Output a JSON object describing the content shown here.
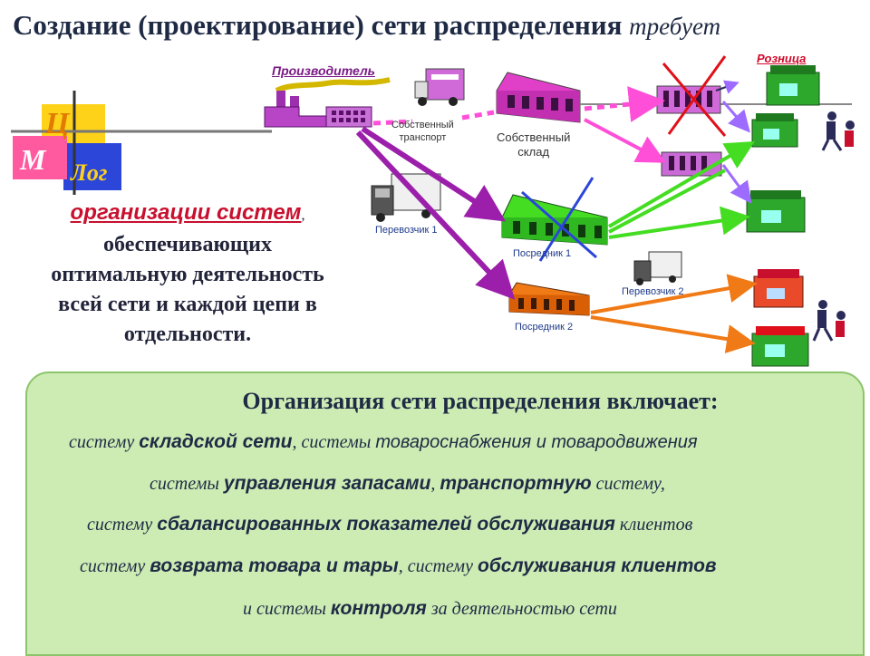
{
  "title": {
    "main": "Создание (проектирование) сети распределения",
    "tail": "требует"
  },
  "logo": {
    "c": "Ц",
    "m": "М",
    "log": "Лог"
  },
  "diagram": {
    "producer": "Производитель",
    "retail": "Розница",
    "own_transport": [
      "Собственный",
      "транспорт"
    ],
    "own_warehouse": [
      "Собственный",
      "склад"
    ],
    "carrier1": "Перевозчик 1",
    "carrier2": "Перевозчик 2",
    "intermediary1": "Посредник 1",
    "intermediary2": "Посредник 2"
  },
  "left_text": {
    "accent": "организации систем",
    "comma": ",",
    "line2": "обеспечивающих",
    "line3": "оптимальную деятельность",
    "line4": "всей сети и каждой цепи в",
    "line5": "отдельности."
  },
  "panel": {
    "heading": "Организация сети распределения включает:",
    "l1": {
      "a": "систему ",
      "b": "складской сети",
      "c": ",   системы ",
      "d": "товароснабжения  и товародвижения"
    },
    "l2": {
      "a": "системы ",
      "b": "управления запасами",
      "c": ",  ",
      "d": "транспортную",
      "e": " систему,"
    },
    "l3": {
      "a": "систему ",
      "b": "сбалансированных показателей обслуживания",
      "c": " клиентов"
    },
    "l4": {
      "a": "систему ",
      "b": "возврата товара и тары",
      "c": ", систему  ",
      "d": "обслуживания клиентов"
    },
    "l5": {
      "a": "и системы ",
      "b": "контроля",
      "c": " за деятельностью сети"
    }
  },
  "colors": {
    "title": "#1f2a44",
    "accent_red": "#c8102e",
    "producer": "#9b2fae",
    "warehouse_pink": "#e040c8",
    "green": "#44dd22",
    "orange": "#f07a16",
    "purple": "#8a2be2",
    "panel_bg": "#cdecb4"
  }
}
